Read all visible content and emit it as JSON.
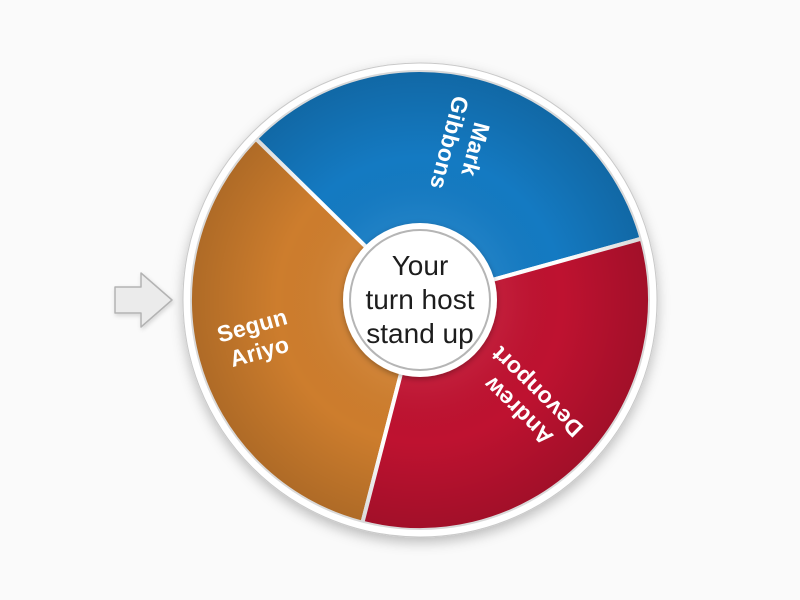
{
  "wheel": {
    "center_label": "Your\nturn host\nstand up",
    "segments": [
      {
        "name": "Mark Gibbons",
        "label": "Mark\nGibbons",
        "color": "#147ac2"
      },
      {
        "name": "Andrew Devonport",
        "label": "Andrew\nDevonport",
        "color": "#be1230"
      },
      {
        "name": "Segun Ariyo",
        "label": "Segun\nAriyo",
        "color": "#cd7d2d"
      }
    ],
    "rim_color": "#ffffff",
    "hub_border_color": "#b5b5b5"
  },
  "pointer": {
    "icon": "arrow-right",
    "color": "#ebebeb",
    "border_color": "#b3b3b3"
  }
}
